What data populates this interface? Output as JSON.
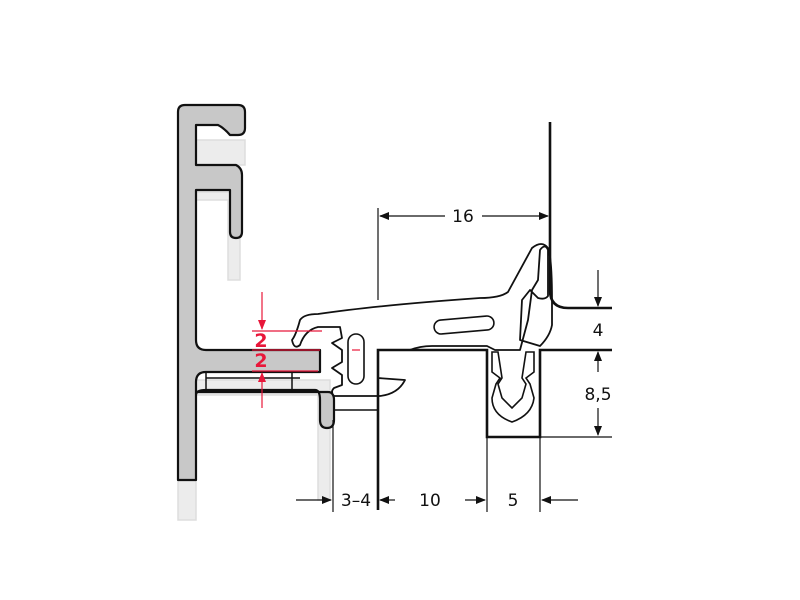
{
  "dimensions": {
    "top_width": "16",
    "gap_height": "4",
    "panel_depth": "8,5",
    "clearance": "3–4",
    "panel_offset": "10",
    "groove_width": "5",
    "seal_step_upper": "2",
    "seal_step_lower": "2"
  },
  "colors": {
    "outline": "#111111",
    "profile_fill": "#c8c8c8",
    "ghost_fill": "#ececec",
    "highlight": "#e8173a"
  }
}
